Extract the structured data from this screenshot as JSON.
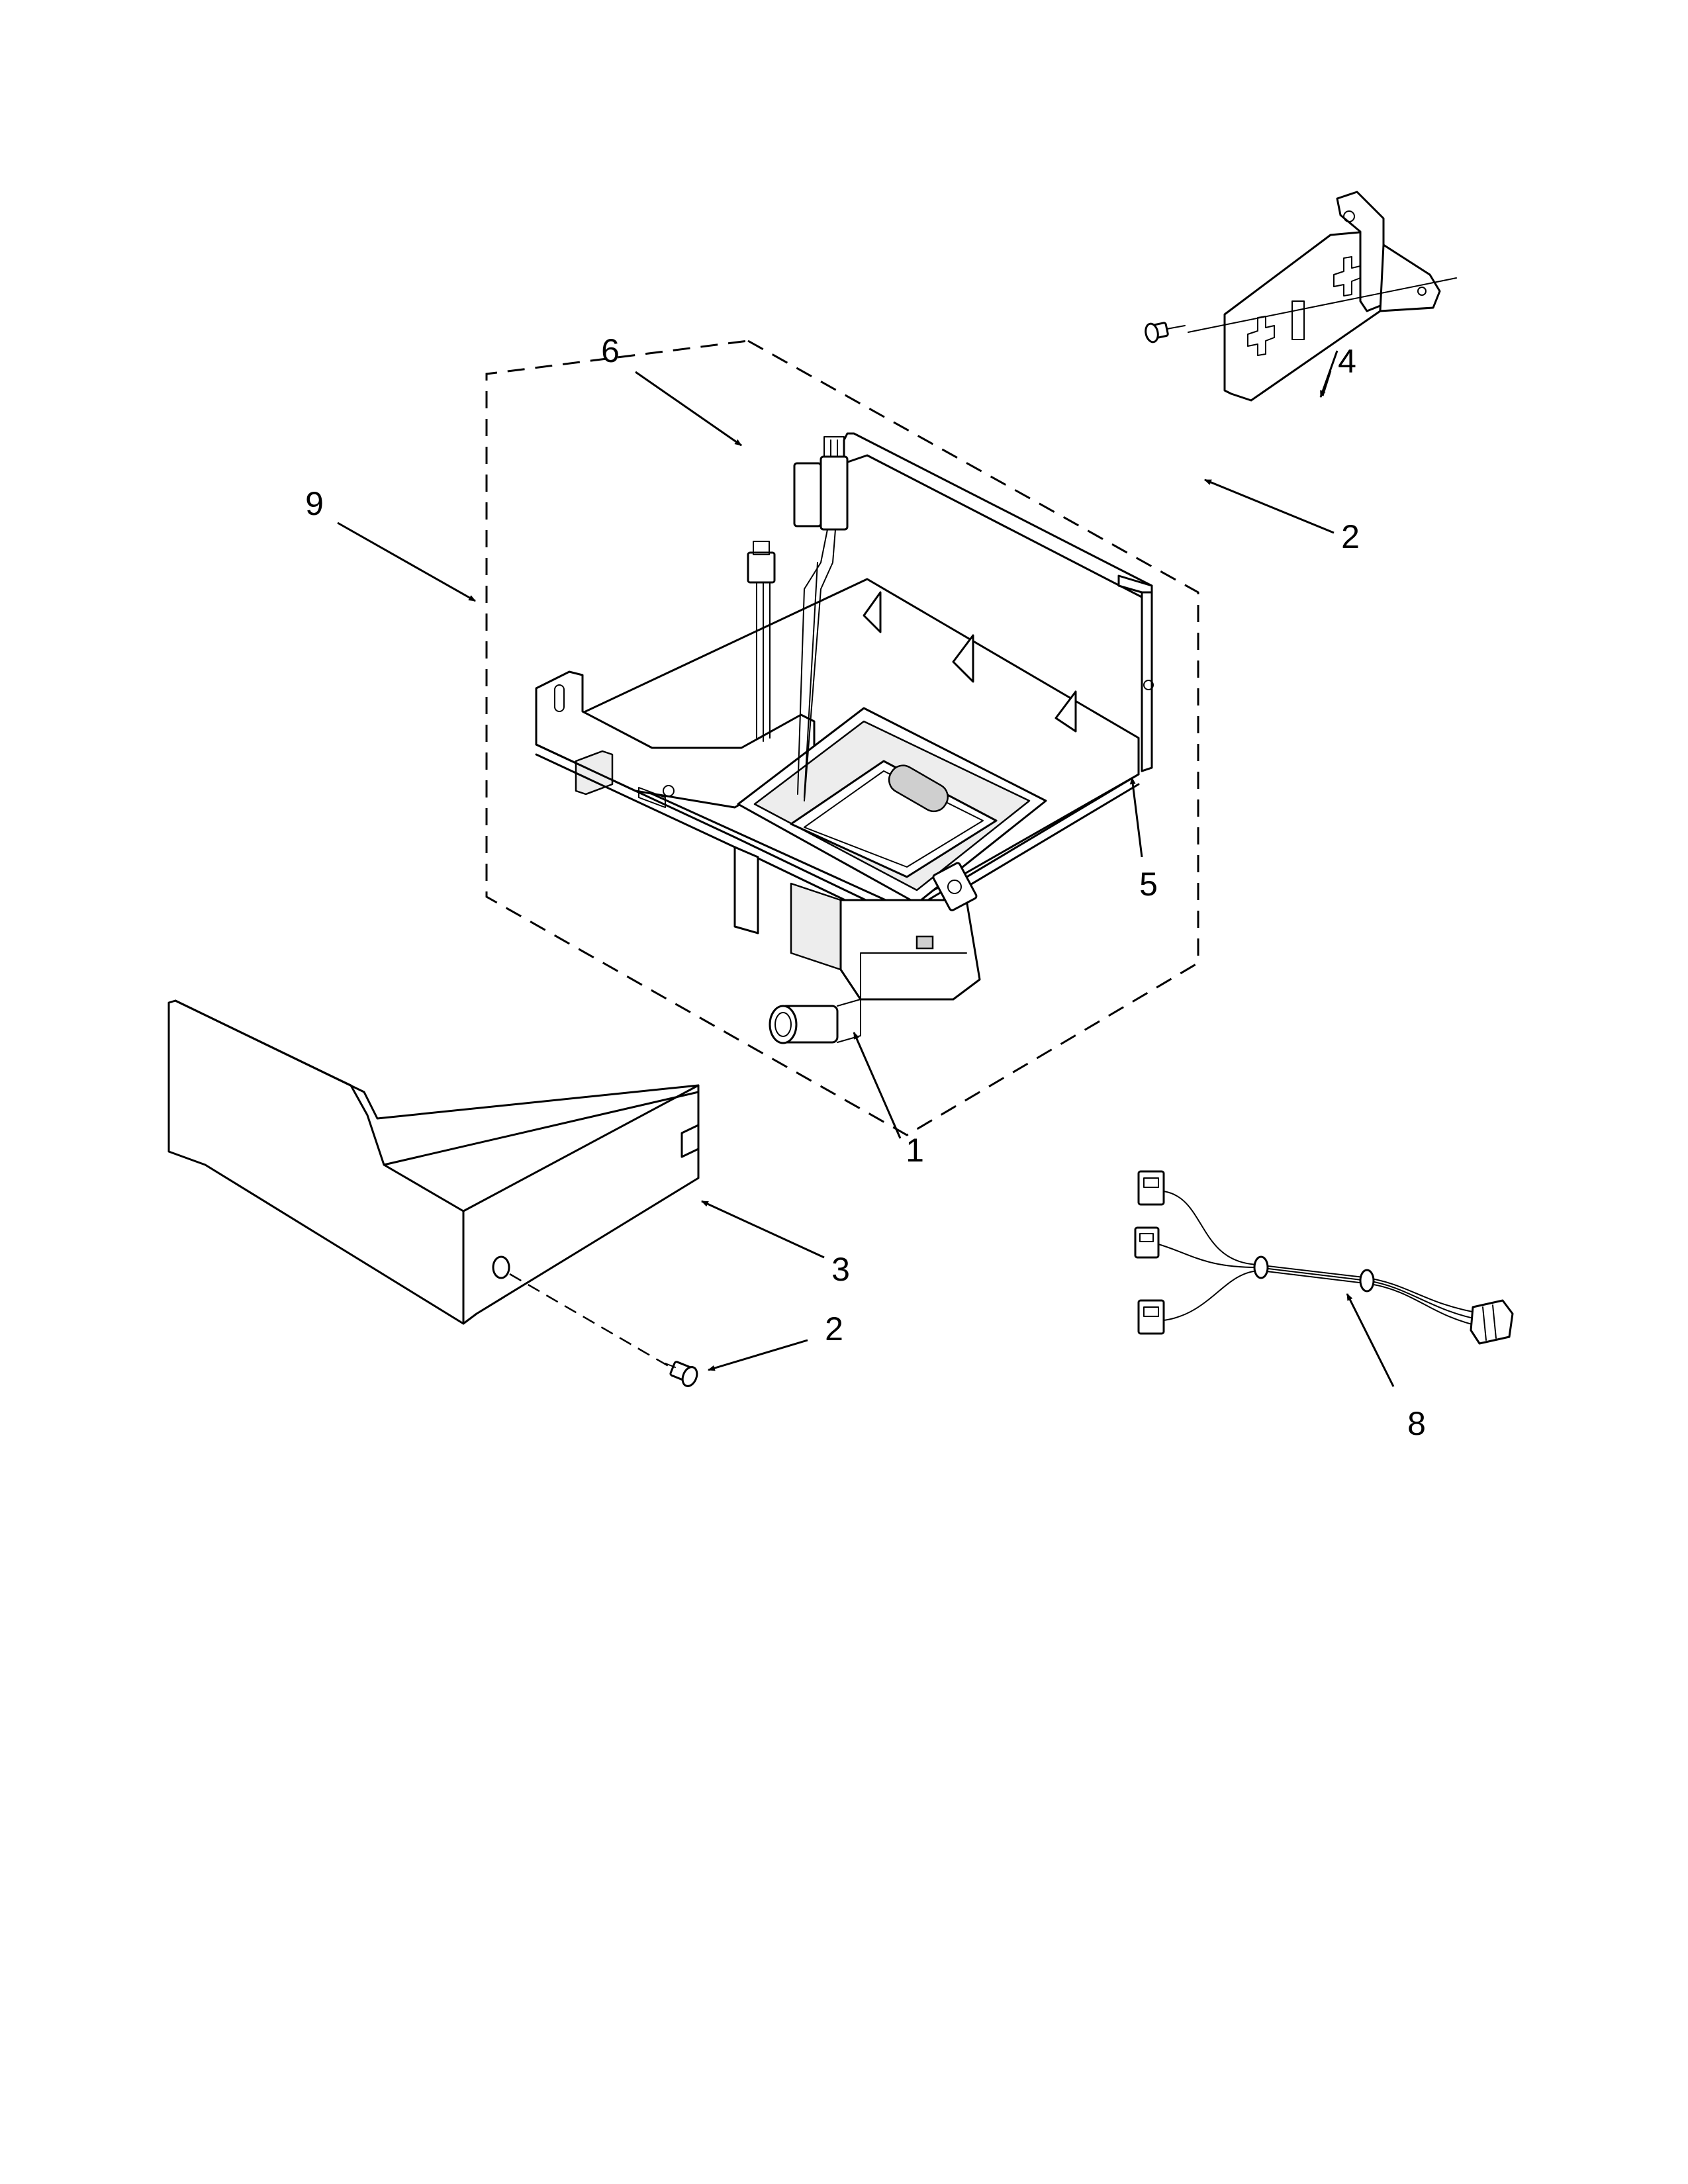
{
  "callouts": {
    "c1": "1",
    "c2_top": "2",
    "c2_bottom": "2",
    "c3": "3",
    "c4": "4",
    "c5": "5",
    "c6": "6",
    "c8": "8",
    "c9": "9"
  }
}
